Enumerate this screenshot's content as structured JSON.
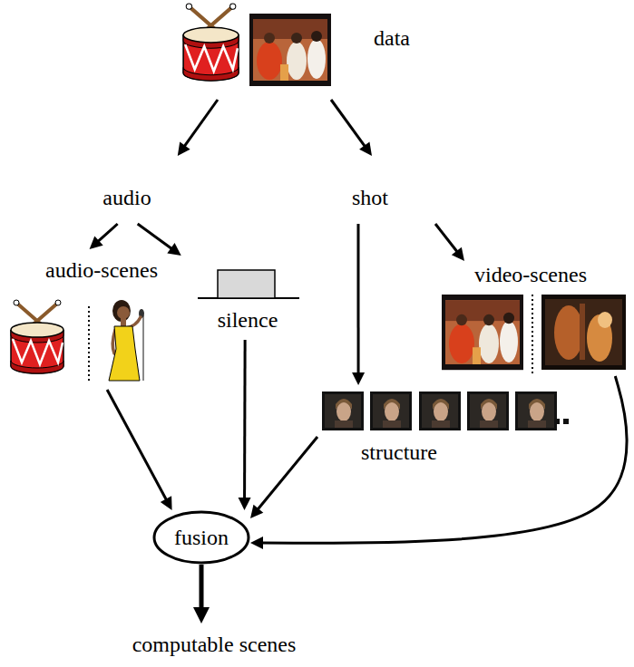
{
  "diagram": {
    "nodes": [
      {
        "text": [
          "data"
        ]
      },
      {
        "text": [
          "audio"
        ]
      },
      {
        "text": [
          "shot"
        ]
      },
      {
        "text": [
          "audio-scenes"
        ]
      },
      {
        "text": [
          "silence"
        ]
      },
      {
        "text": [
          "video-scenes"
        ]
      },
      {
        "text": [
          "structure"
        ]
      },
      {
        "text": [
          "fusion"
        ]
      },
      {
        "text": [
          "computable scenes"
        ]
      }
    ],
    "edges": [
      {
        "from": 0,
        "to": 1,
        "arrow": "to"
      },
      {
        "from": 0,
        "to": 2,
        "arrow": "to"
      },
      {
        "from": 1,
        "to": 3,
        "arrow": "to"
      },
      {
        "from": 1,
        "to": 4,
        "arrow": "to"
      },
      {
        "from": 2,
        "to": 6,
        "arrow": "to"
      },
      {
        "from": 2,
        "to": 5,
        "arrow": "to"
      },
      {
        "from": 3,
        "to": 7,
        "arrow": "to"
      },
      {
        "from": 4,
        "to": 7,
        "arrow": "to"
      },
      {
        "from": 6,
        "to": 7,
        "arrow": "to"
      },
      {
        "from": 5,
        "to": 7,
        "arrow": "to"
      },
      {
        "from": 7,
        "to": 8,
        "arrow": "to"
      }
    ]
  }
}
